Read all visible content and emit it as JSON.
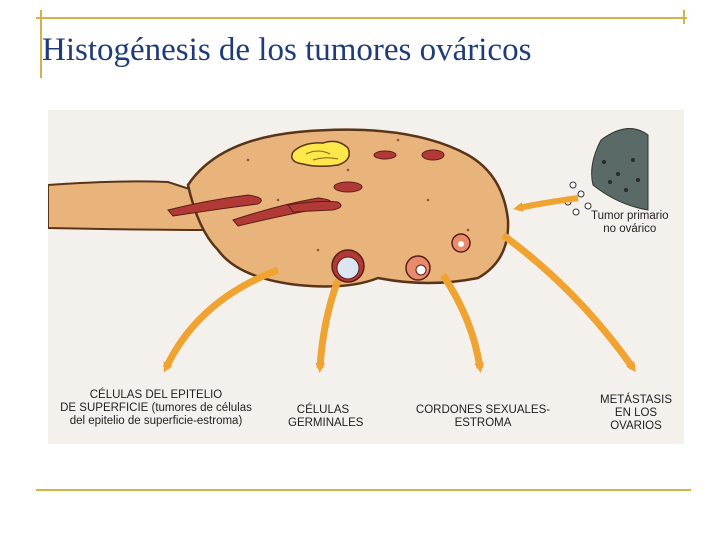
{
  "slide": {
    "title": "Histogénesis de los tumores ováricos"
  },
  "labels": {
    "primary_tumor": [
      "Tumor primario",
      "no ovárico"
    ],
    "epithelial": [
      "CÉLULAS DEL EPITELIO",
      "DE SUPERFICIE (tumores de células",
      "del epitelio de superficie-estroma)"
    ],
    "germinal": [
      "CÉLULAS",
      "GERMINALES"
    ],
    "sex_cords": [
      "CORDONES SEXUALES-",
      "ESTROMA"
    ],
    "metastasis": [
      "METÁSTASIS",
      "EN LOS",
      "OVARIOS"
    ]
  },
  "colors": {
    "title": "#1f3b7a",
    "rule": "#d4b24a",
    "ovary_fill": "#e8b47c",
    "ovary_stroke": "#5a3418",
    "arrow": "#f0a330",
    "vessel": "#b23a36",
    "follicle": "#fde74a"
  }
}
